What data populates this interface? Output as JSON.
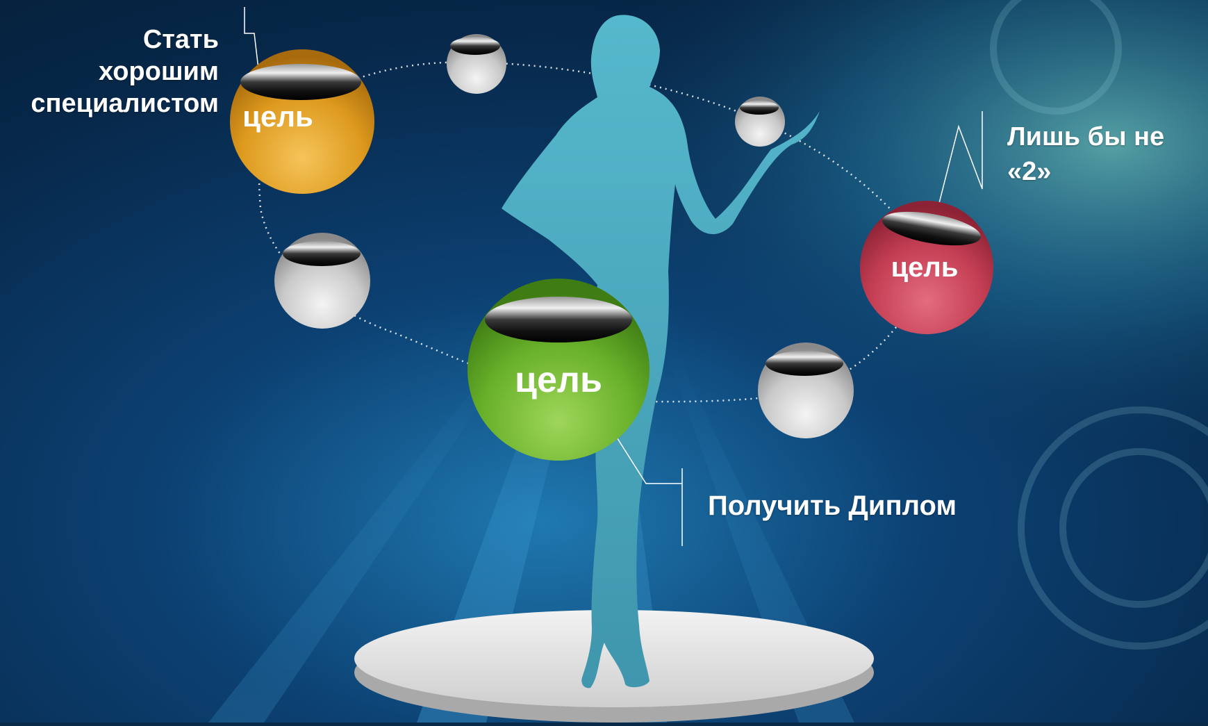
{
  "slide": {
    "goal_word": "цель",
    "goals": [
      {
        "id": "specialist",
        "label_lines": [
          "Стать",
          "хорошим",
          "специалистом"
        ]
      },
      {
        "id": "grade",
        "label_lines": [
          "Лишь бы не",
          "«2»"
        ]
      },
      {
        "id": "diploma",
        "label_lines": [
          "Получить Диплом"
        ]
      }
    ]
  },
  "colors": {
    "background_dark": "#06223f",
    "background_light": "#2e8fb4",
    "silhouette": "#4fb0c6",
    "ball_orange": "#e3a323",
    "ball_red": "#c94458",
    "ball_green": "#6eb52c",
    "ball_gray": "#d0d0d0",
    "platform": "#e4e4e4"
  }
}
